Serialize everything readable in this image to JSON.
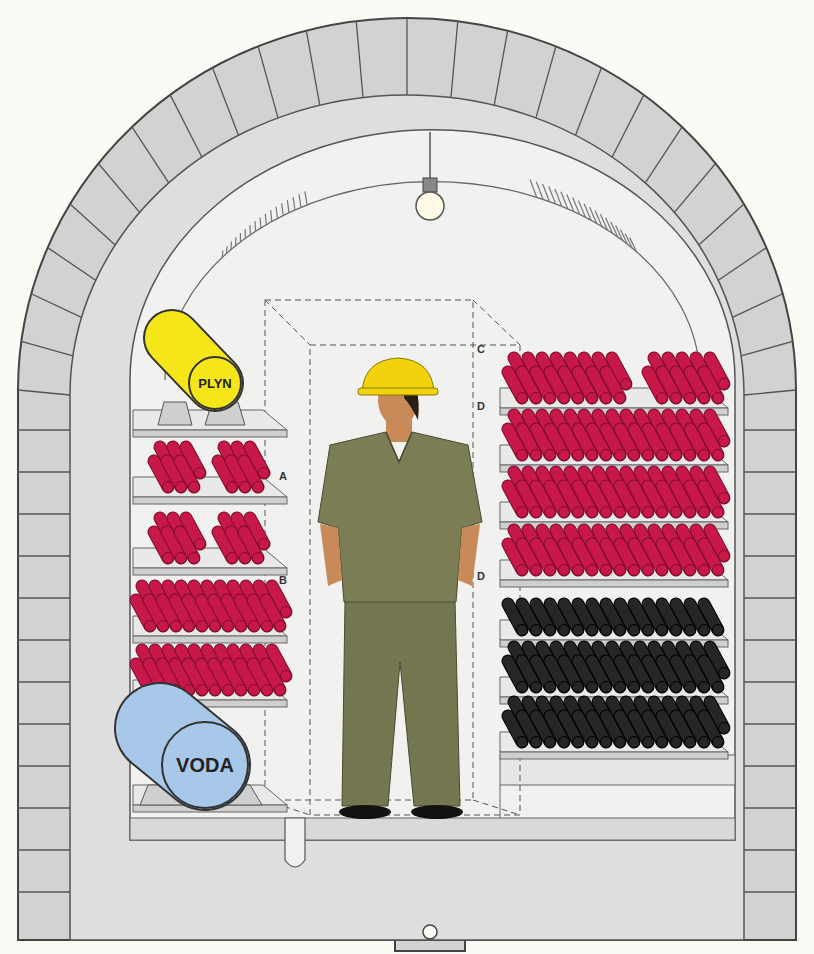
{
  "diagram": {
    "nodes": [
      {
        "text": [
          "PLYN"
        ]
      },
      {
        "text": [
          "VODA"
        ]
      }
    ],
    "labels": [
      "A",
      "B",
      "C",
      "D",
      "D"
    ]
  }
}
